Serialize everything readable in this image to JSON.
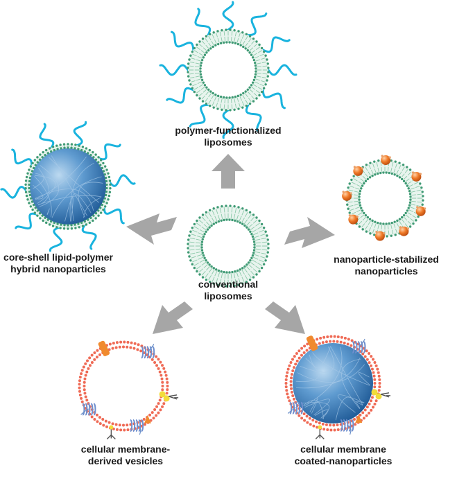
{
  "labels": {
    "center": [
      "conventional",
      "liposomes"
    ],
    "top": [
      "polymer-functionalized",
      "liposomes"
    ],
    "left": [
      "core-shell lipid-polymer",
      "hybrid nanoparticles"
    ],
    "right": [
      "nanoparticle-stabilized",
      "nanoparticles"
    ],
    "bottom_left": [
      "cellular membrane-",
      "derived vesicles"
    ],
    "bottom_right": [
      "cellular membrane",
      "coated-nanoparticles"
    ]
  },
  "colors": {
    "lipid_green": "#3f9a74",
    "lipid_light": "#9fd3b8",
    "polymer_cyan": "#19b3de",
    "arrow_gray": "#a6a6a6",
    "core_blue": "#4a89c2",
    "nanoparticle_orange": "#f07a28",
    "membrane_red": "#ef6a55",
    "protein_blue": "#6f8fce",
    "receptor_yellow": "#f2dc3a"
  }
}
